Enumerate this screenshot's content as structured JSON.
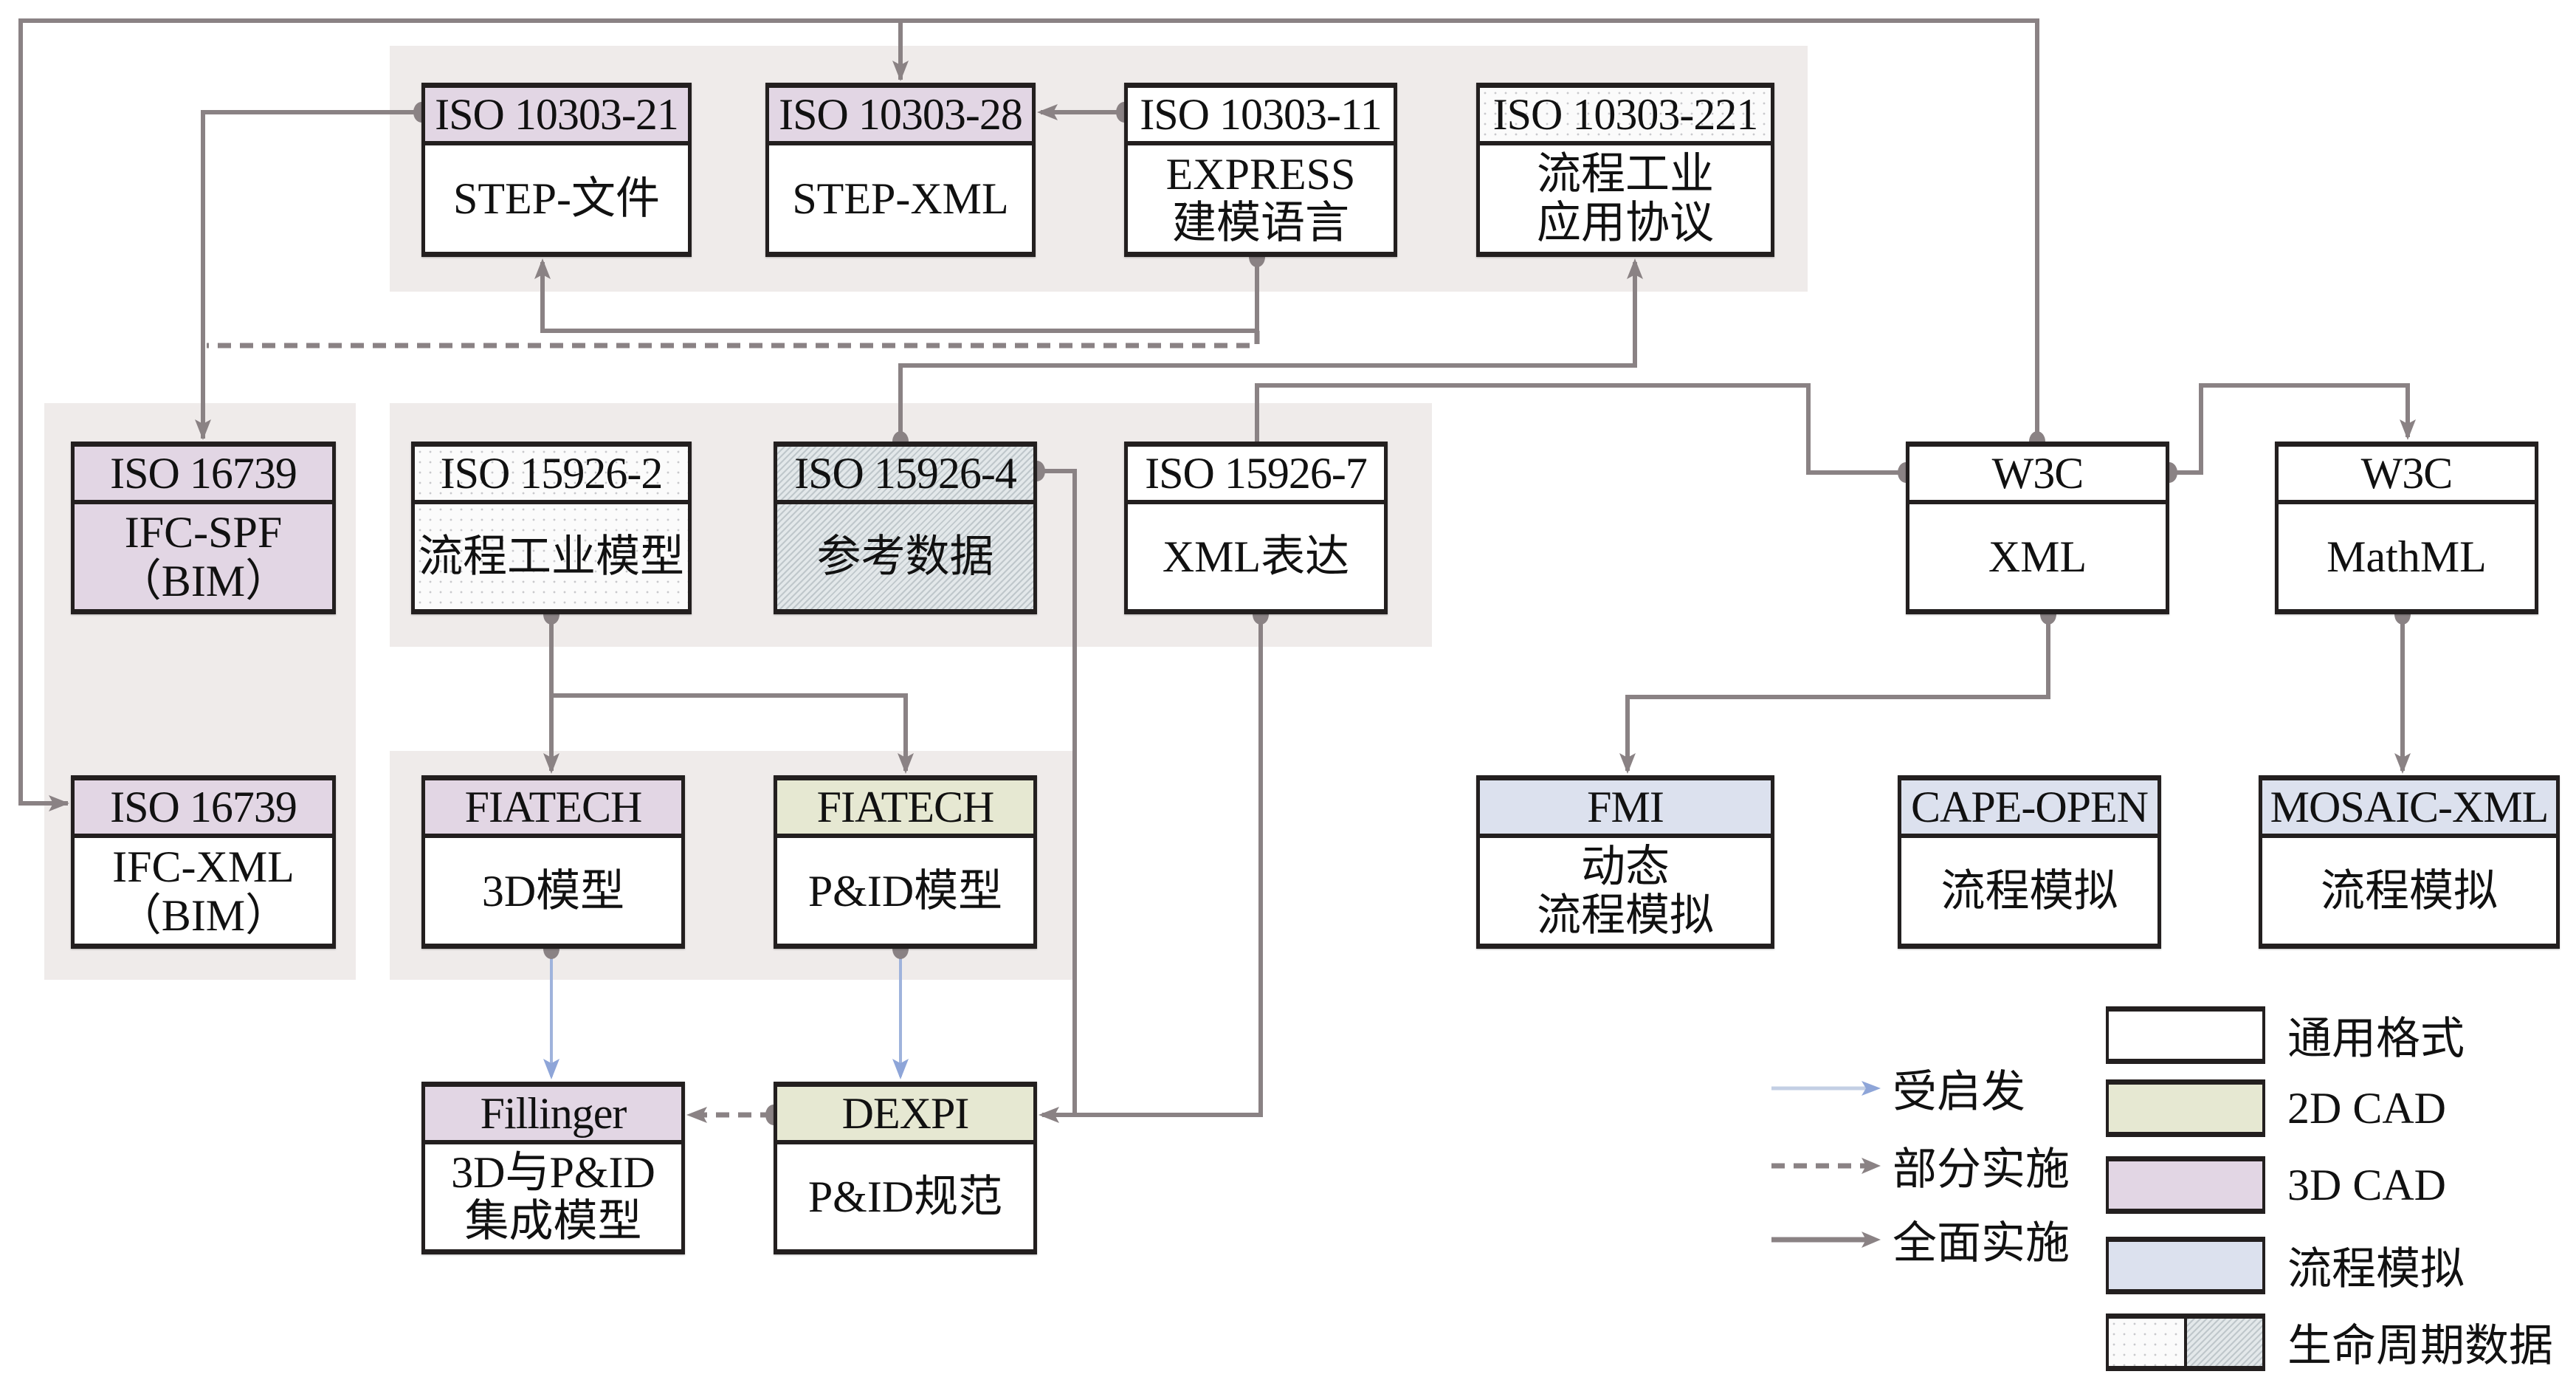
{
  "colors": {
    "line_full": "#8a8284",
    "line_inspired": "#9fb3dc",
    "dot": "#8a8284",
    "group_bg": "#efebea",
    "fill_generic": "#ffffff",
    "fill_2d_cad": "#e6e8d2",
    "fill_3d_cad": "#e2d6e4",
    "fill_process_sim": "#dce1ee"
  },
  "nodes": {
    "iso10303_21": {
      "header": "ISO 10303-21",
      "body": [
        "STEP-文件"
      ],
      "header_fill": "3d",
      "body_fill": "generic"
    },
    "iso10303_28": {
      "header": "ISO 10303-28",
      "body": [
        "STEP-XML"
      ],
      "header_fill": "3d",
      "body_fill": "generic"
    },
    "iso10303_11": {
      "header": "ISO 10303-11",
      "body": [
        "EXPRESS",
        "建模语言"
      ],
      "header_fill": "generic",
      "body_fill": "generic"
    },
    "iso10303_221": {
      "header": "ISO 10303-221",
      "body": [
        "流程工业",
        "应用协议"
      ],
      "header_fill": "dots",
      "body_fill": "generic"
    },
    "iso16739_spf": {
      "header": "ISO 16739",
      "body": [
        "IFC-SPF",
        "（BIM）"
      ],
      "header_fill": "3d",
      "body_fill": "3d"
    },
    "iso16739_xml": {
      "header": "ISO 16739",
      "body": [
        "IFC-XML",
        "（BIM）"
      ],
      "header_fill": "3d",
      "body_fill": "generic"
    },
    "iso15926_2": {
      "header": "ISO 15926-2",
      "body": [
        "流程工业模型"
      ],
      "header_fill": "dots",
      "body_fill": "dots"
    },
    "iso15926_4": {
      "header": "ISO 15926-4",
      "body": [
        "参考数据"
      ],
      "header_fill": "hatch",
      "body_fill": "hatch"
    },
    "iso15926_7": {
      "header": "ISO 15926-7",
      "body": [
        "XML表达"
      ],
      "header_fill": "generic",
      "body_fill": "generic"
    },
    "fiatech_3d": {
      "header": "FIATECH",
      "body": [
        "3D模型"
      ],
      "header_fill": "3d",
      "body_fill": "generic"
    },
    "fiatech_pid": {
      "header": "FIATECH",
      "body": [
        "P&ID模型"
      ],
      "header_fill": "2d",
      "body_fill": "generic"
    },
    "fillinger": {
      "header": "Fillinger",
      "body": [
        "3D与P&ID",
        "集成模型"
      ],
      "header_fill": "3d",
      "body_fill": "generic"
    },
    "dexpi": {
      "header": "DEXPI",
      "body": [
        "P&ID规范"
      ],
      "header_fill": "2d",
      "body_fill": "generic"
    },
    "w3c_xml": {
      "header": "W3C",
      "body": [
        "XML"
      ],
      "header_fill": "generic",
      "body_fill": "generic"
    },
    "w3c_mathml": {
      "header": "W3C",
      "body": [
        "MathML"
      ],
      "header_fill": "generic",
      "body_fill": "generic"
    },
    "fmi": {
      "header": "FMI",
      "body": [
        "动态",
        "流程模拟"
      ],
      "header_fill": "sim",
      "body_fill": "generic"
    },
    "cape_open": {
      "header": "CAPE-OPEN",
      "body": [
        "流程模拟"
      ],
      "header_fill": "sim",
      "body_fill": "generic"
    },
    "mosaic_xml": {
      "header": "MOSAIC-XML",
      "body": [
        "流程模拟"
      ],
      "header_fill": "sim",
      "body_fill": "generic"
    }
  },
  "edges": [
    {
      "from": "iso10303_11",
      "to": "iso10303_28",
      "type": "full"
    },
    {
      "from": "iso10303_11",
      "to": "iso10303_21",
      "type": "full"
    },
    {
      "from": "iso10303_11",
      "to": "iso16739_spf",
      "type": "partial"
    },
    {
      "from": "iso10303_21",
      "to": "iso16739_spf",
      "type": "full"
    },
    {
      "from": "w3c_xml",
      "to": "iso10303_28",
      "type": "full"
    },
    {
      "from": "w3c_xml",
      "to": "iso16739_xml",
      "type": "full"
    },
    {
      "from": "iso15926_4",
      "to": "iso10303_221",
      "type": "full"
    },
    {
      "from": "iso15926_7",
      "to": "w3c_xml",
      "type": "full"
    },
    {
      "from": "w3c_xml",
      "to": "w3c_mathml",
      "type": "full"
    },
    {
      "from": "w3c_xml",
      "to": "fmi",
      "type": "full"
    },
    {
      "from": "w3c_mathml",
      "to": "mosaic_xml",
      "type": "full"
    },
    {
      "from": "iso15926_2",
      "to": "fiatech_3d",
      "type": "full"
    },
    {
      "from": "iso15926_2",
      "to": "fiatech_pid",
      "type": "full"
    },
    {
      "from": "iso15926_4",
      "to": "dexpi",
      "type": "full"
    },
    {
      "from": "iso15926_7",
      "to": "dexpi",
      "type": "full"
    },
    {
      "from": "fiatech_3d",
      "to": "fillinger",
      "type": "inspired"
    },
    {
      "from": "fiatech_pid",
      "to": "dexpi",
      "type": "inspired"
    },
    {
      "from": "dexpi",
      "to": "fillinger",
      "type": "partial"
    }
  ],
  "legend": {
    "lines": [
      {
        "label": "受启发",
        "type": "inspired"
      },
      {
        "label": "部分实施",
        "type": "partial"
      },
      {
        "label": "全面实施",
        "type": "full"
      }
    ],
    "swatches": [
      {
        "label": "通用格式",
        "fill": "generic"
      },
      {
        "label": "2D CAD",
        "fill": "2d"
      },
      {
        "label": "3D CAD",
        "fill": "3d"
      },
      {
        "label": "流程模拟",
        "fill": "sim"
      },
      {
        "label": "生命周期数据",
        "fill": "lifecycle"
      }
    ]
  }
}
